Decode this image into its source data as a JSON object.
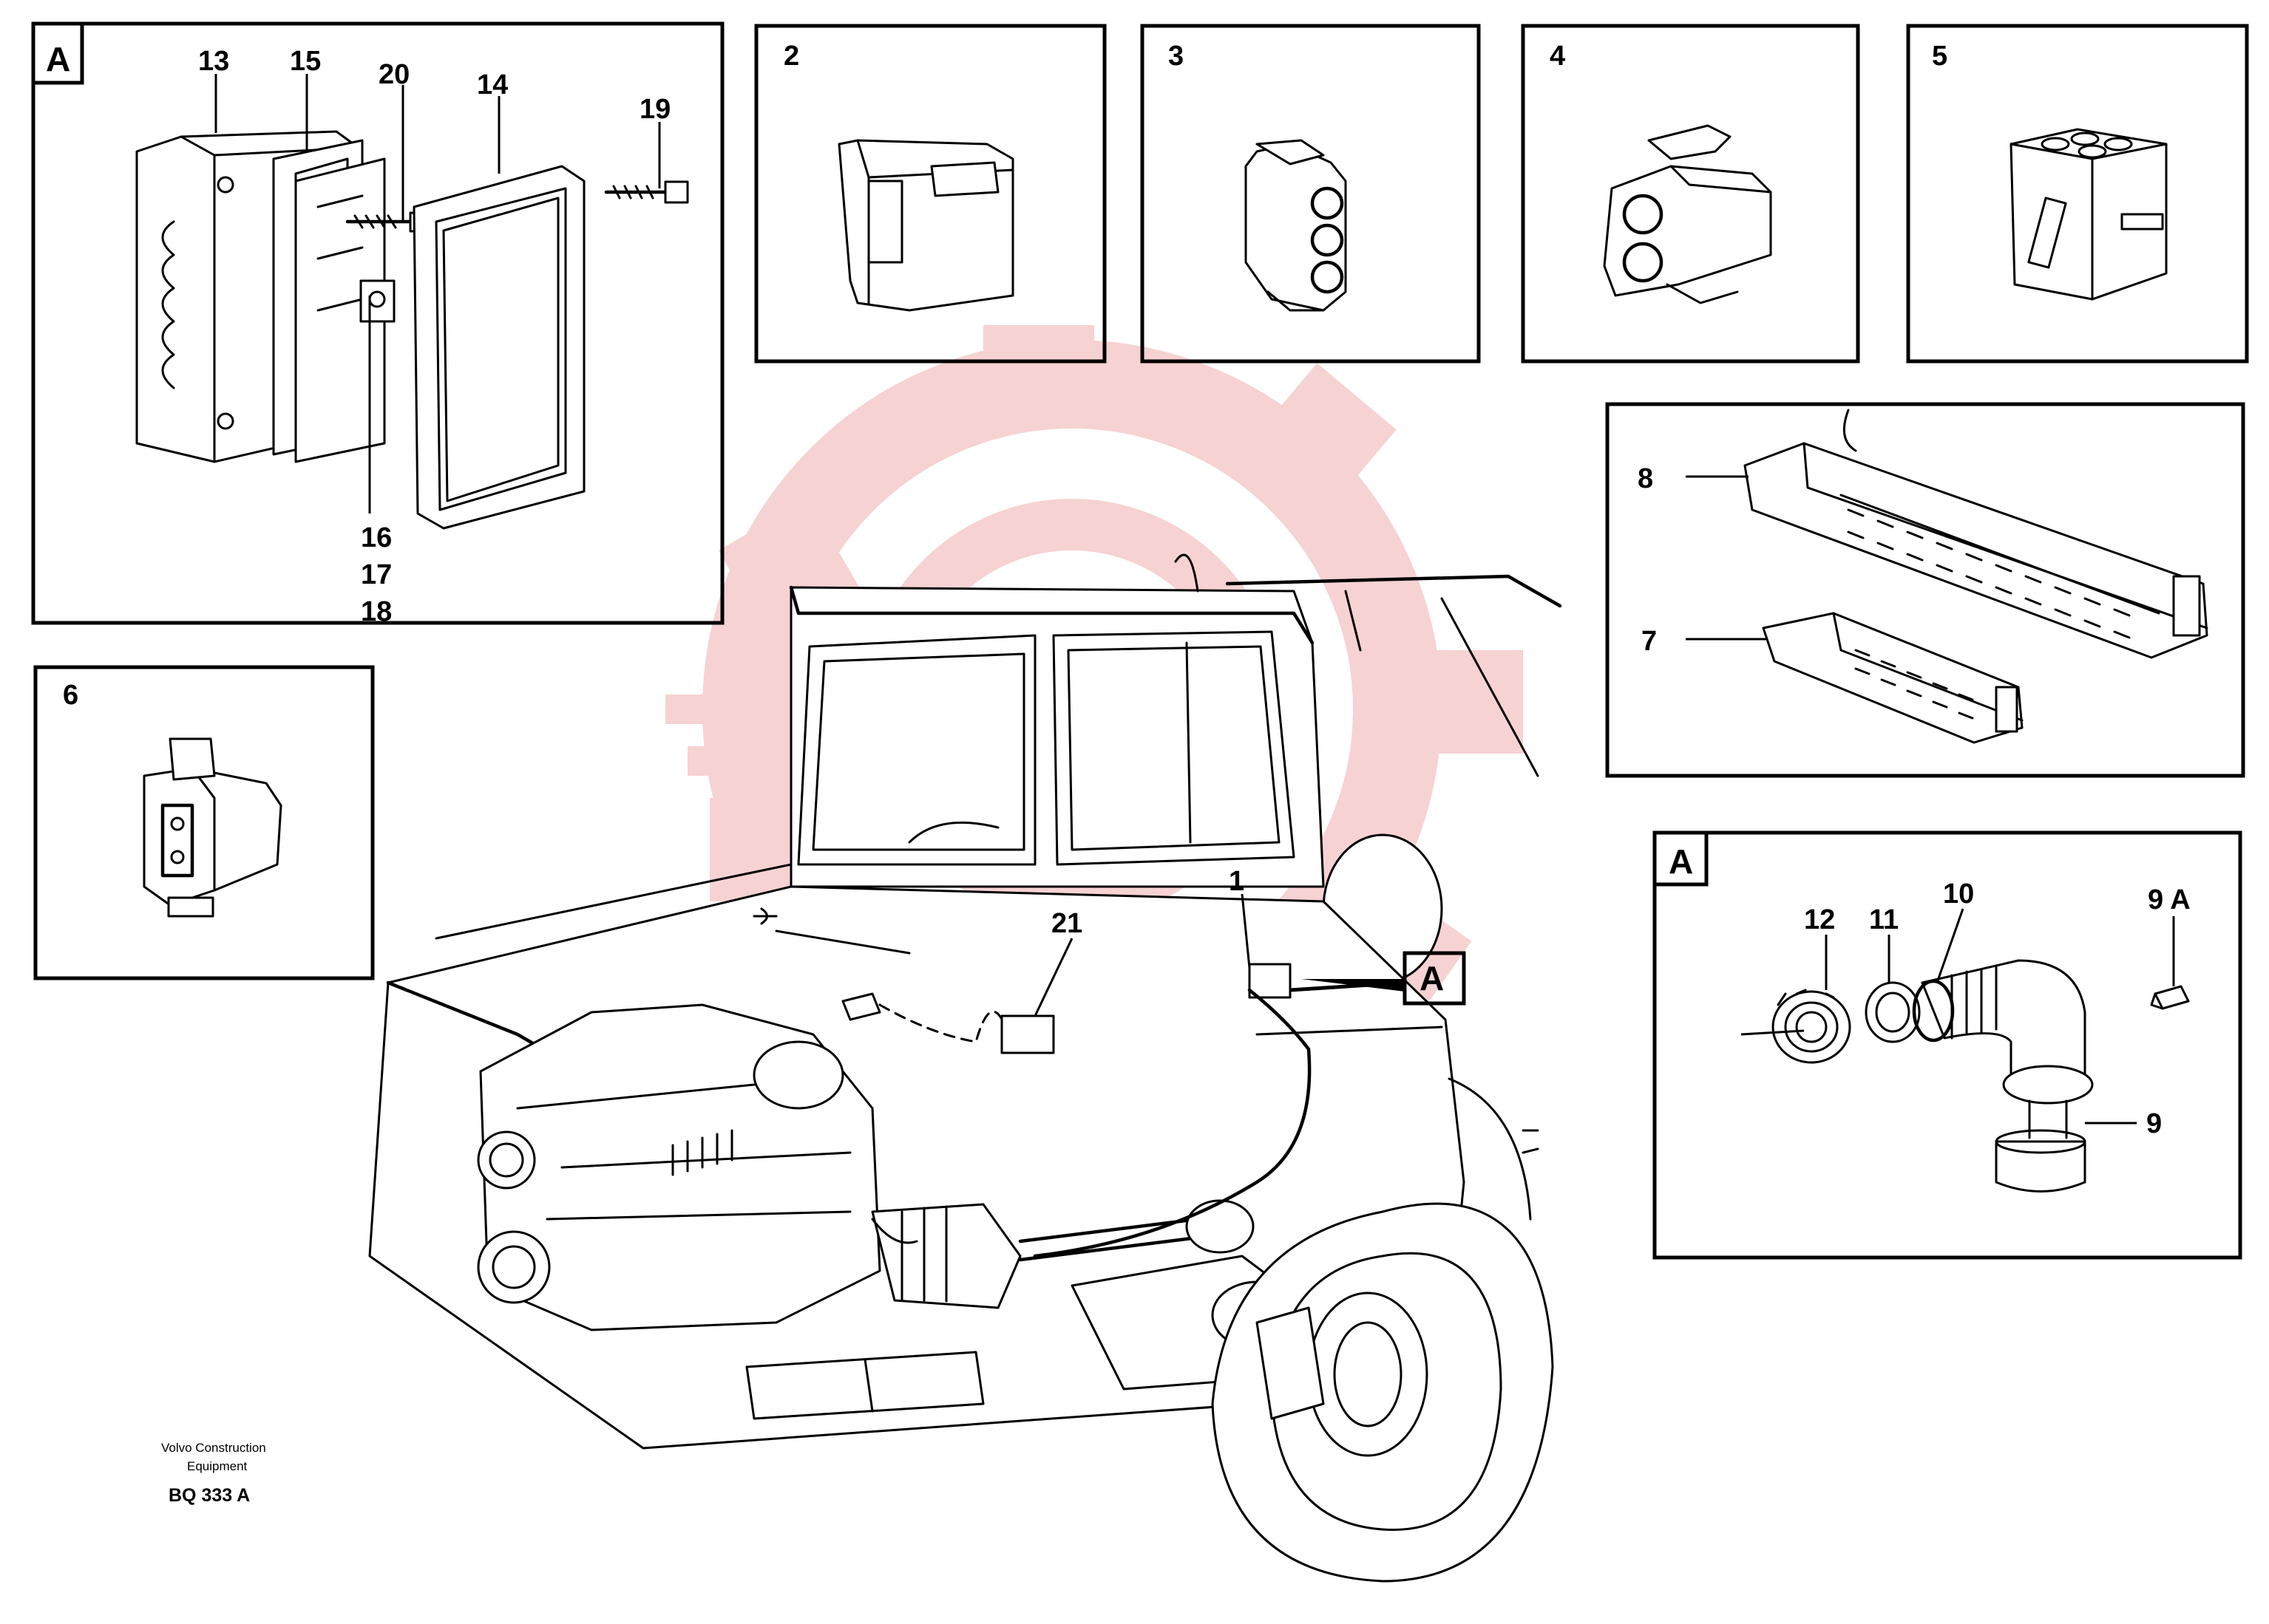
{
  "callouts": {
    "top_left": {
      "letter": "A",
      "labels": {
        "n13": "13",
        "n15": "15",
        "n20": "20",
        "n14": "14",
        "n19": "19",
        "n16": "16",
        "n17": "17",
        "n18": "18"
      }
    },
    "box2": "2",
    "box3": "3",
    "box4": "4",
    "box5": "5",
    "box6": "6",
    "box78": {
      "n8": "8",
      "n7": "7"
    },
    "bottom_right": {
      "letter": "A",
      "labels": {
        "n12": "12",
        "n11": "11",
        "n10": "10",
        "n9a": "9 A",
        "n9": "9"
      }
    },
    "machine": {
      "n21": "21",
      "n1": "1",
      "ref": "A"
    }
  },
  "footer": {
    "line1": "Volvo Construction",
    "line2": "Equipment",
    "code": "BQ 333 A"
  },
  "colors": {
    "watermark": "#f6c9c9",
    "ink": "#000000"
  },
  "icons": [
    "gear-watermark-icon"
  ]
}
